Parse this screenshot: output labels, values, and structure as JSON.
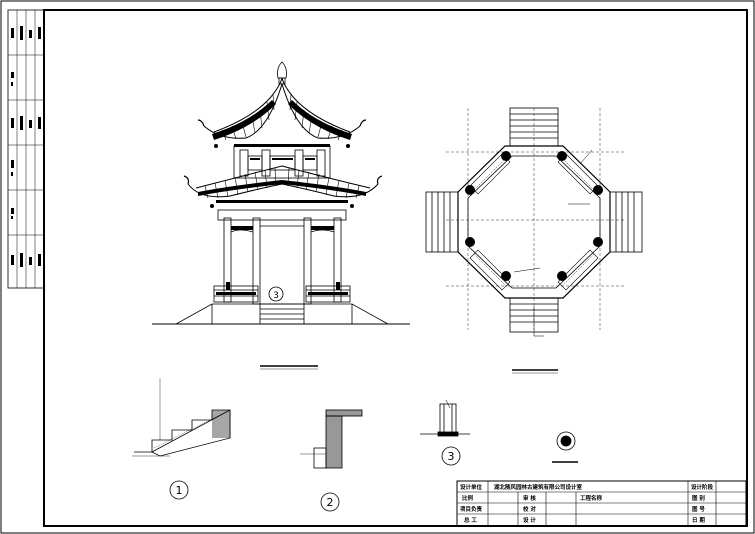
{
  "drawing": {
    "detail_labels": [
      "1",
      "2",
      "3"
    ],
    "elevation_label": "3"
  },
  "title_block": {
    "design_unit_label": "设计单位",
    "design_unit_name": "湖北随风园林古建筑有限公司设计室",
    "design_phase_label": "设计阶段",
    "scale_label": "比例",
    "review_label": "审 核",
    "project_name_label": "工程名称",
    "drawing_name_label": "图 别",
    "project_lead_label": "项目负责",
    "check_label": "校 对",
    "drawing_no_label": "图 号",
    "builder_label": "总 工",
    "design_label": "设 计",
    "date_label": "日 期"
  }
}
